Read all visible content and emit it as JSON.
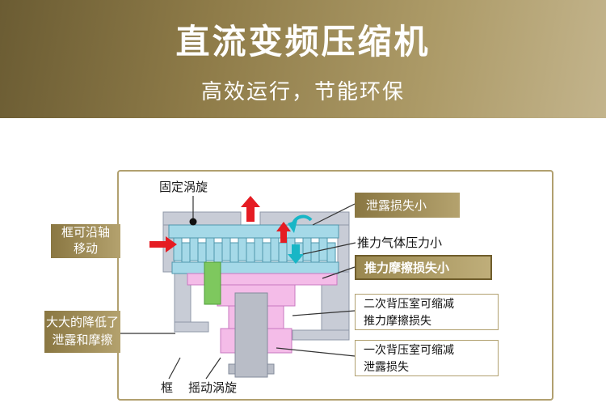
{
  "banner": {
    "title": "直流变频压缩机",
    "subtitle": "高效运行，节能环保"
  },
  "diagram": {
    "part_labels": {
      "fixed_scroll": "固定涡旋",
      "frame": "框",
      "orbiting_scroll": "摇动涡旋"
    },
    "left_callouts": [
      {
        "text": "框可沿轴\n移动"
      },
      {
        "text": "大大的降低了\n泄露和摩擦"
      }
    ],
    "right_callouts": [
      {
        "text": "泄露损失小"
      },
      {
        "text": "推力气体压力小"
      },
      {
        "text": "推力摩擦损失小"
      },
      {
        "text": "二次背压室可缩减\n推力摩擦损失"
      },
      {
        "text": "一次背压室可缩减\n泄露损失"
      }
    ]
  },
  "colors": {
    "banner_gold_dark": "#6b5c33",
    "banner_gold_light": "#c3b48c",
    "callout_gold_dark": "#8a7742",
    "callout_gold_light": "#b4a26e",
    "frame_border": "#b1a06f",
    "arrow_red": "#e51c23",
    "arrow_teal": "#18b6c6",
    "scroll_cyan": "#a5d9e8",
    "frame_pink": "#f4bce8",
    "seal_green": "#7ec85e",
    "metal_gray": "#c8ccd6"
  }
}
